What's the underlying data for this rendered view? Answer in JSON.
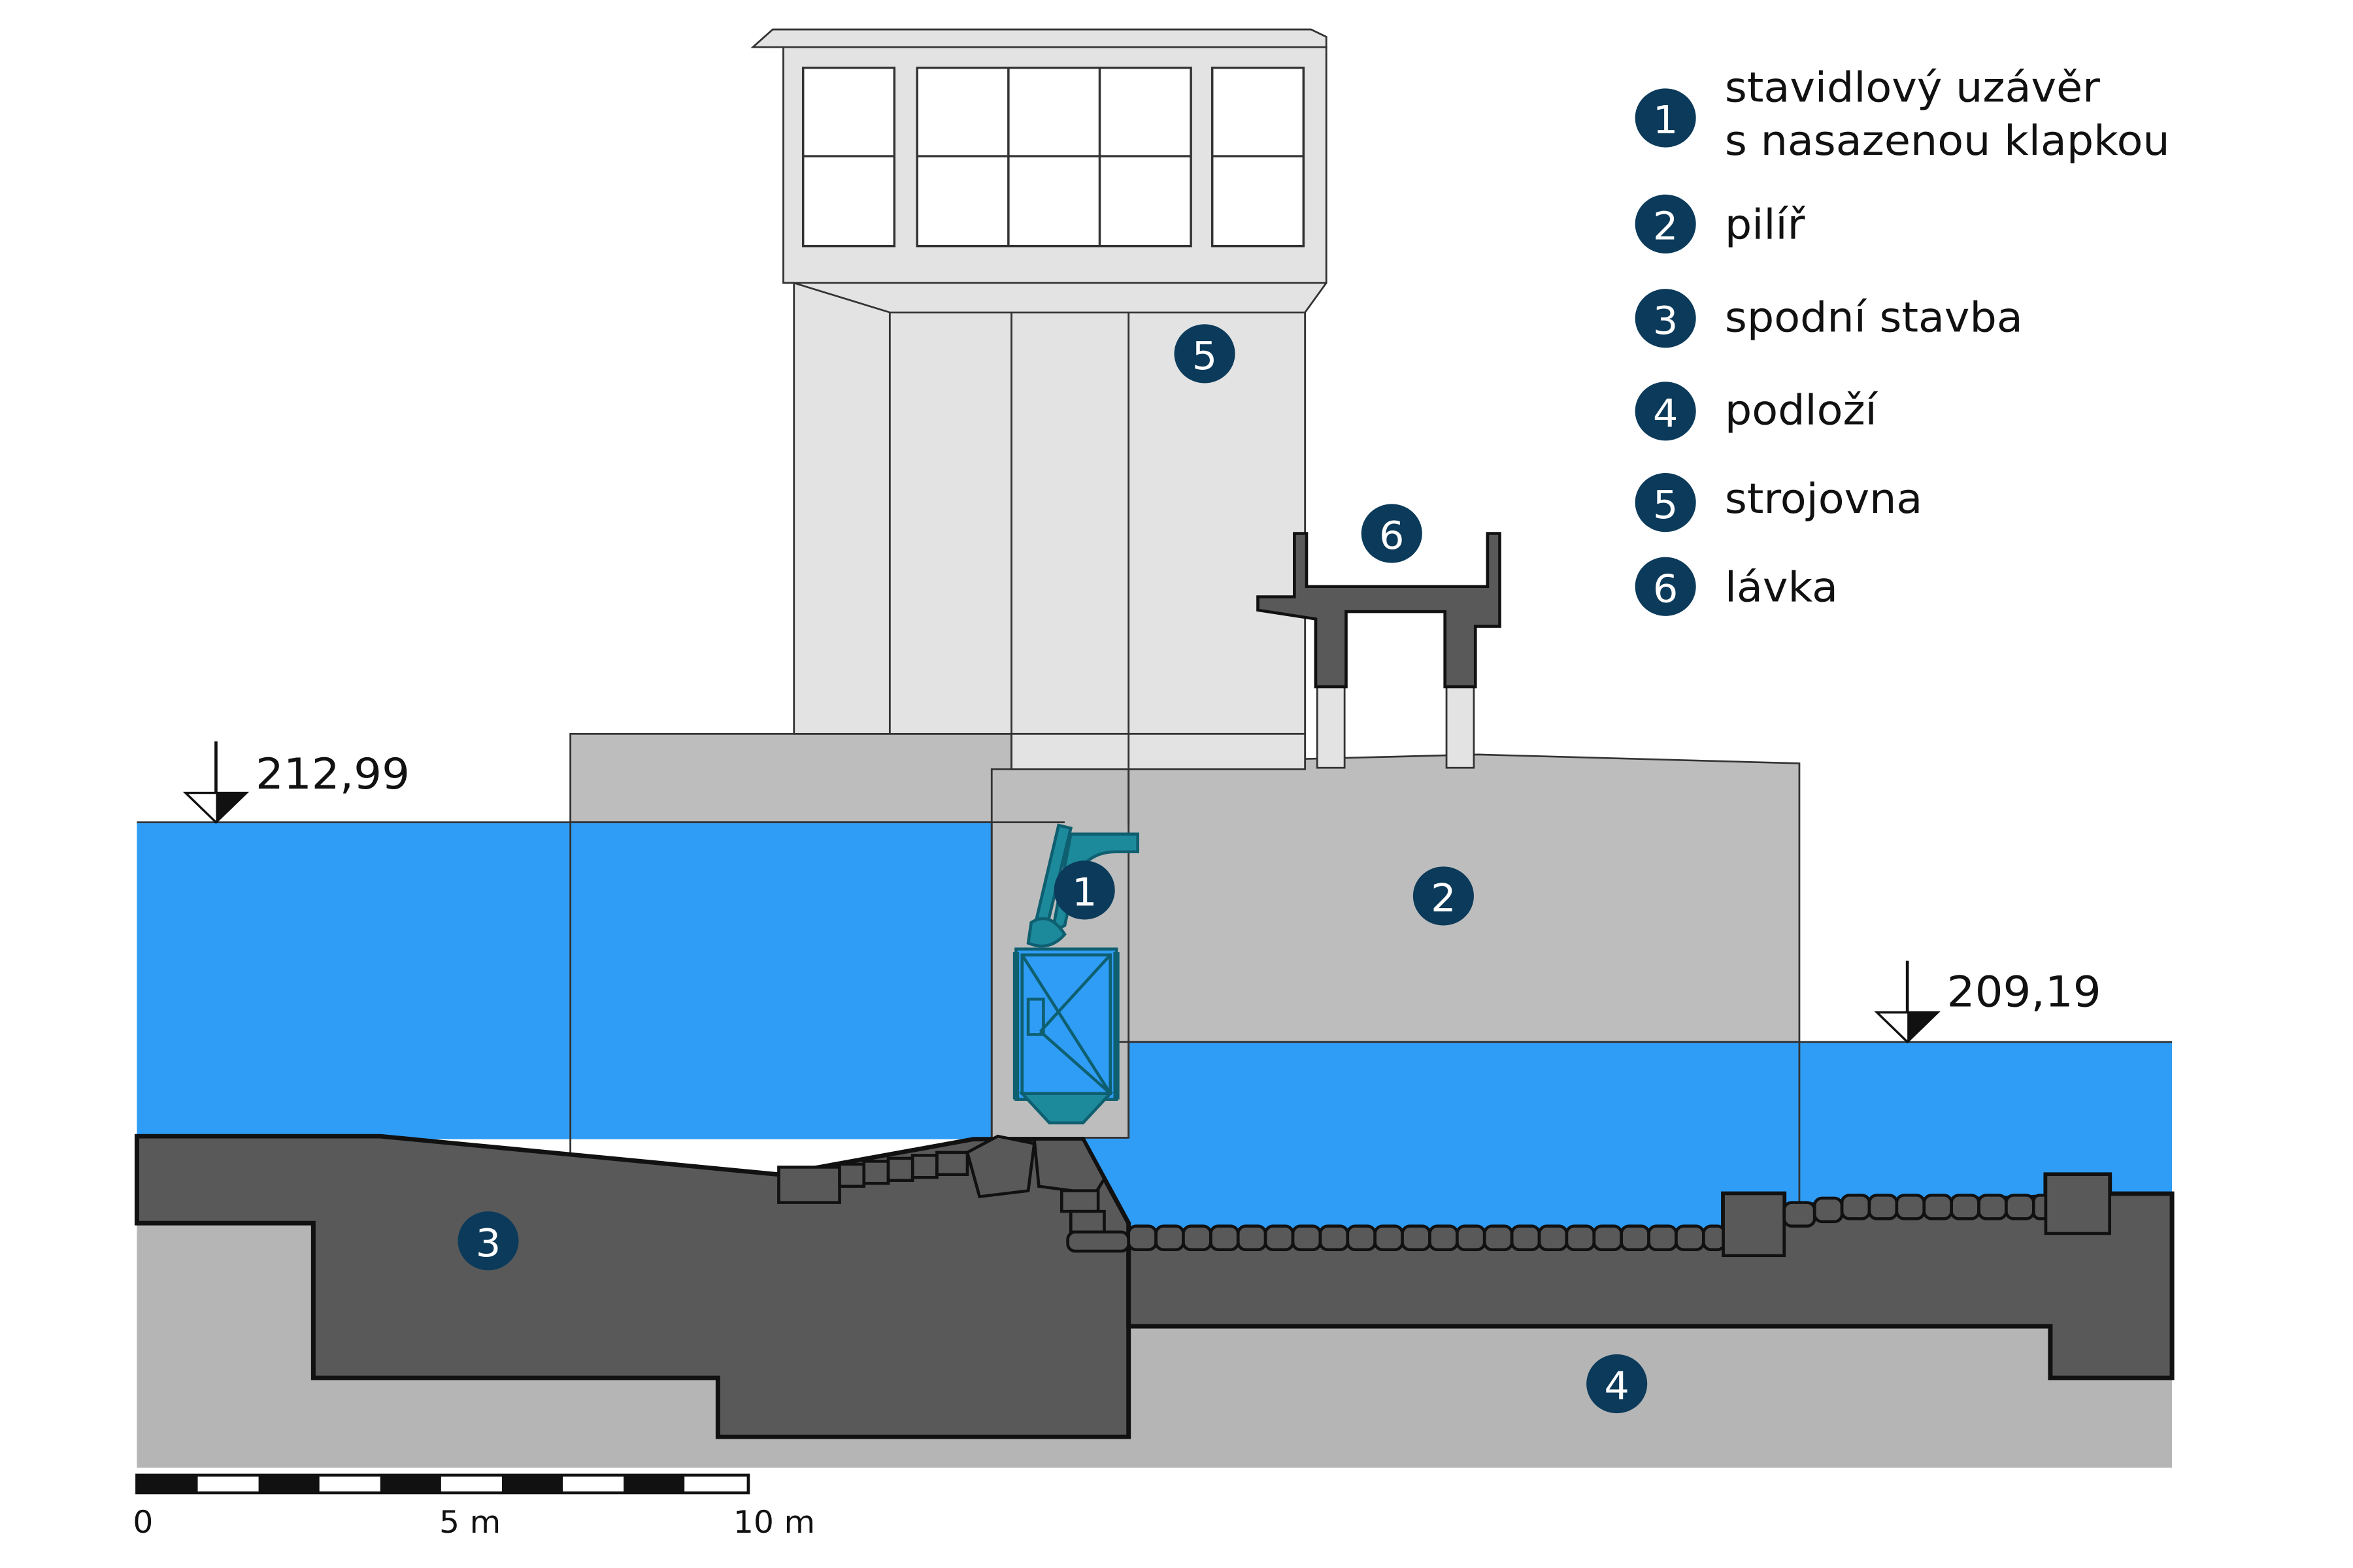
{
  "elevations": {
    "upstream": "212,99",
    "downstream": "209,19"
  },
  "markers": {
    "m1": "1",
    "m2": "2",
    "m3": "3",
    "m4": "4",
    "m5": "5",
    "m6": "6"
  },
  "legend": [
    {
      "num": "1",
      "line1": "stavidlový uzávěr",
      "line2": "s nasazenou klapkou"
    },
    {
      "num": "2",
      "line1": "pilíř"
    },
    {
      "num": "3",
      "line1": "spodní stavba"
    },
    {
      "num": "4",
      "line1": "podloží"
    },
    {
      "num": "5",
      "line1": "strojovna"
    },
    {
      "num": "6",
      "line1": "lávka"
    }
  ],
  "scale": {
    "ticks": [
      "0",
      "5 m",
      "10 m"
    ]
  },
  "colors": {
    "water": "#2f9df5",
    "marker": "#0b3a5a",
    "foundation": "#595959",
    "subsoil": "#b5b5b5",
    "pier": "#bdbdbd",
    "machine_room": "#e3e3e3",
    "gate": "#1d8a9c"
  }
}
